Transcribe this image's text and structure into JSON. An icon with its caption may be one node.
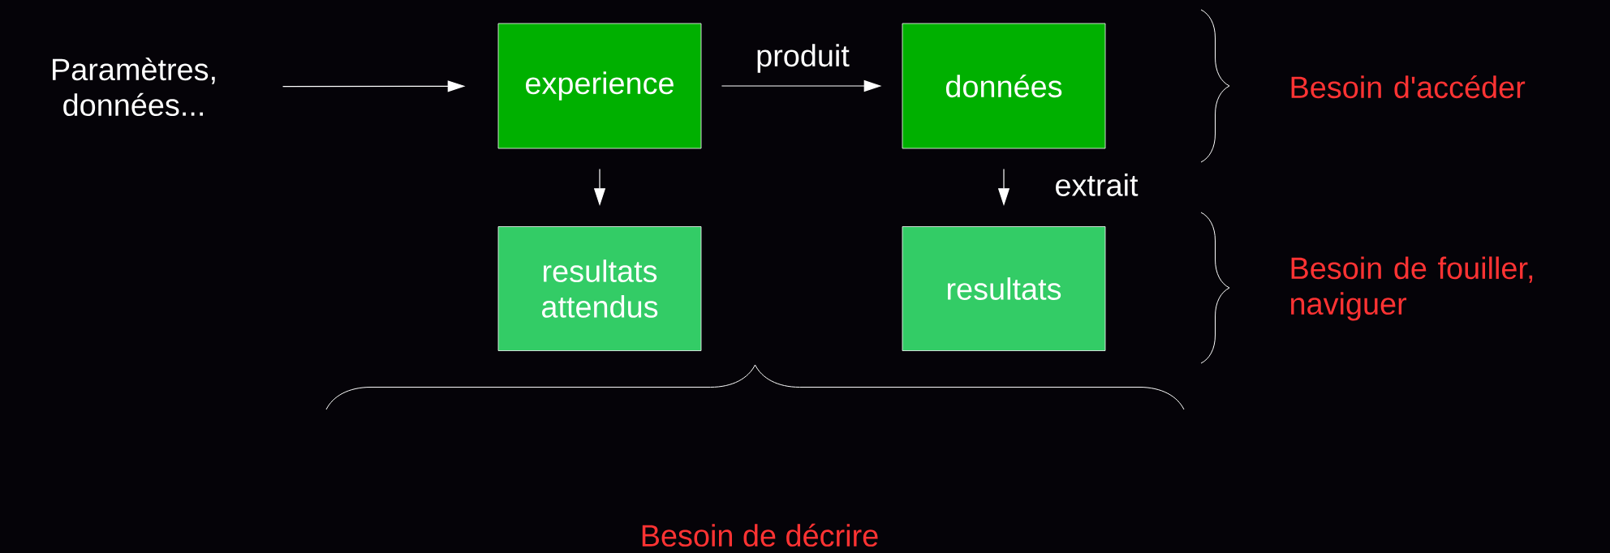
{
  "diagram": {
    "nodes": [
      {
        "text": [
          "Paramètres, données..."
        ]
      },
      {
        "text": [
          "experience"
        ]
      },
      {
        "text": [
          "données"
        ]
      },
      {
        "text": [
          "resultats attendus"
        ]
      },
      {
        "text": [
          "resultats"
        ]
      }
    ],
    "edges": [
      {
        "from": 0,
        "to": 1,
        "arrow": "to"
      },
      {
        "from": 1,
        "to": 2,
        "arrow": "to",
        "label": "produit"
      },
      {
        "from": 1,
        "to": 3,
        "arrow": "to"
      },
      {
        "from": 2,
        "to": 4,
        "arrow": "to",
        "label": "extrait"
      }
    ],
    "labels": [
      "Besoin d'accéder",
      "Besoin de fouiller, naviguer",
      "Besoin de décrire"
    ]
  }
}
